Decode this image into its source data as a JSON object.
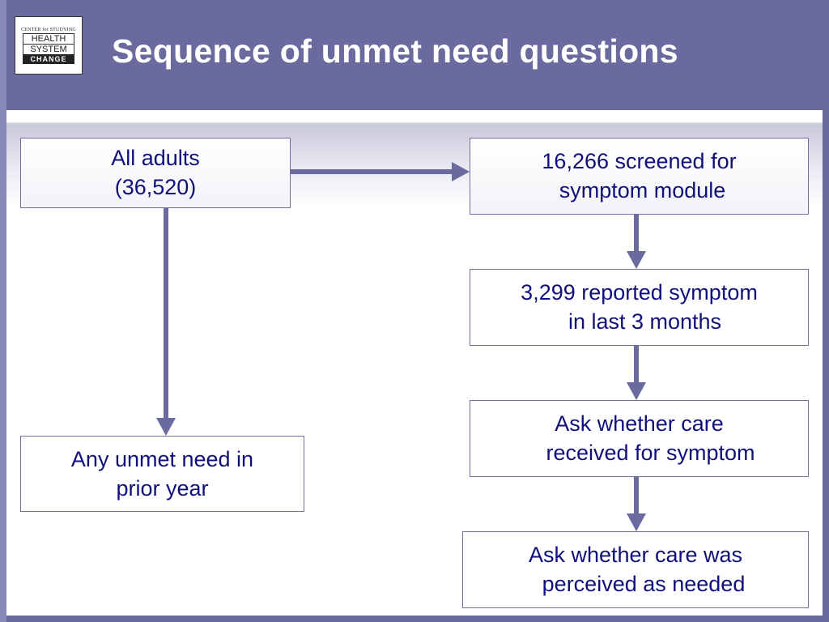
{
  "header": {
    "title": "Sequence of unmet need questions",
    "logo": {
      "line1": "CENTER for STUDYING",
      "line2": "HEALTH",
      "line3": "SYSTEM",
      "line4": "CHANGE"
    }
  },
  "flow": {
    "all_adults": {
      "line1": "All adults",
      "line2": "(36,520)"
    },
    "screened": {
      "line1": "16,266 screened for",
      "line2": "symptom module"
    },
    "reported": {
      "line1": "3,299 reported symptom",
      "line2": "in last 3 months"
    },
    "ask_received": {
      "line1": "Ask whether care",
      "line2": "received for symptom"
    },
    "ask_perceived": {
      "line1": "Ask whether care was",
      "line2": "perceived as needed"
    },
    "unmet_need": {
      "line1": "Any unmet need in",
      "line2": "prior year"
    }
  },
  "colors": {
    "header_bg": "#6a6a9e",
    "arrow": "#6a6a9e",
    "text": "#10107a"
  }
}
